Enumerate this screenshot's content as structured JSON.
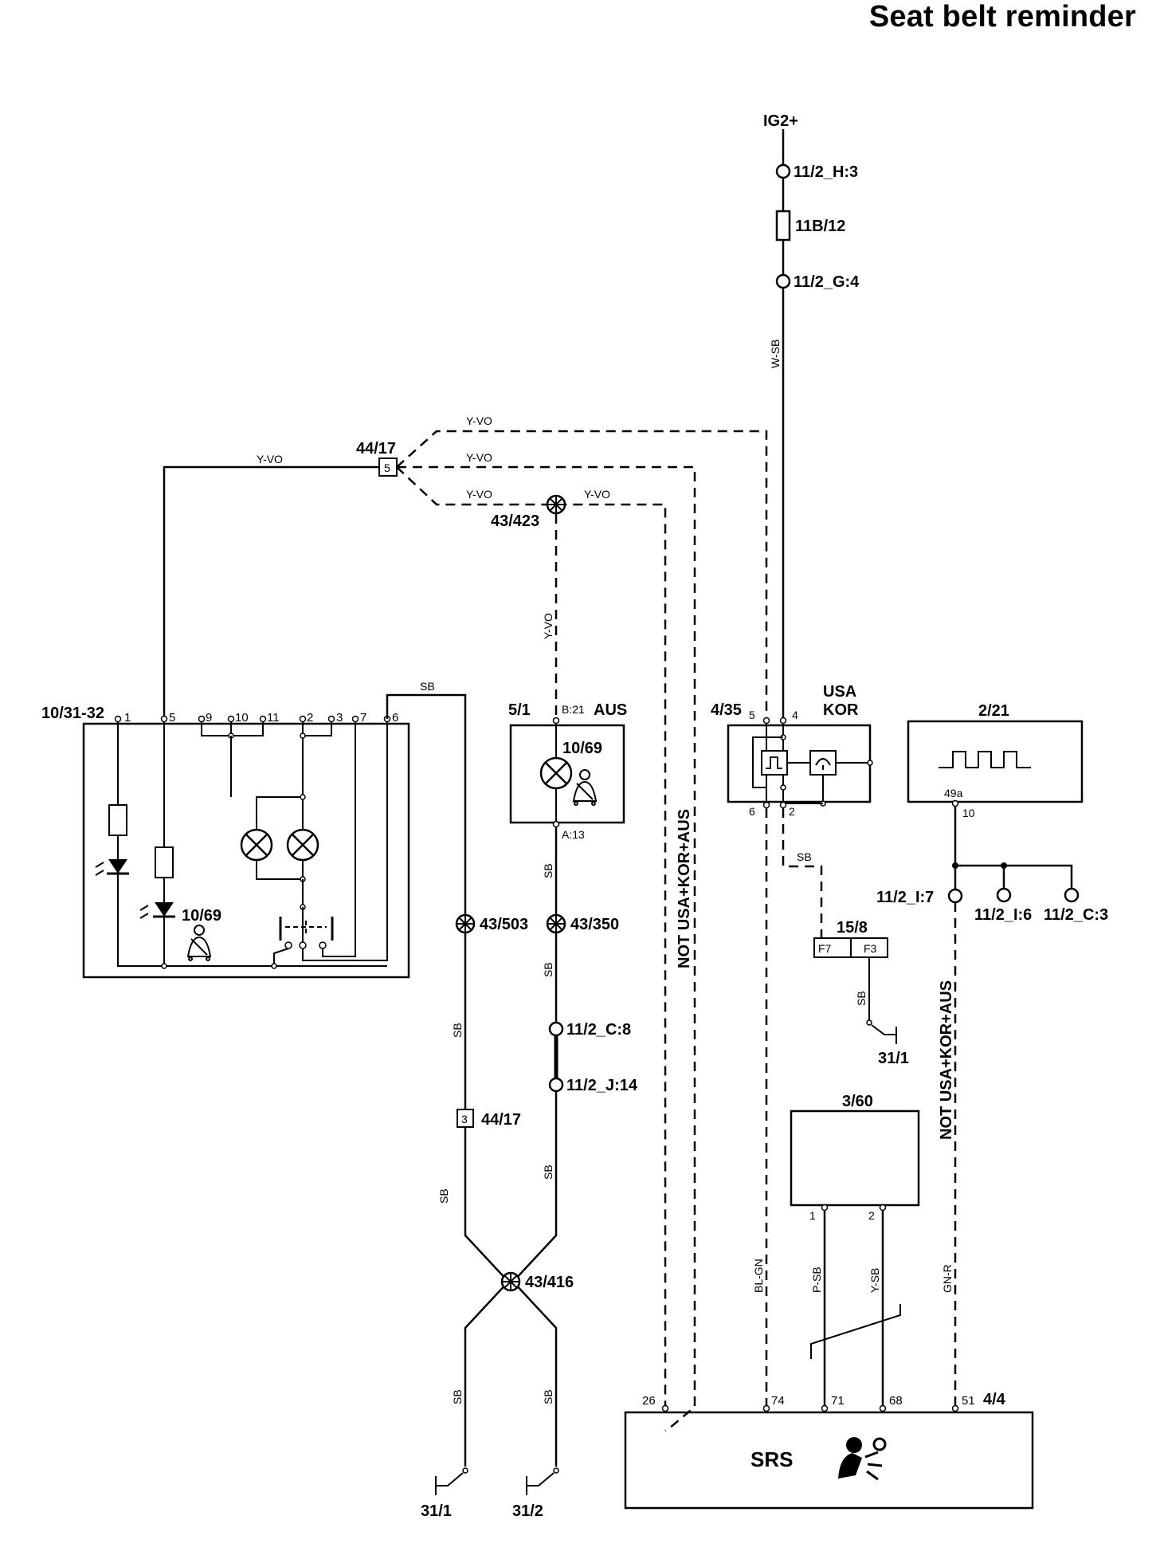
{
  "title": "Seat belt reminder",
  "top": {
    "supply": "IG2+",
    "conn1": "11/2_H:3",
    "fuse": "11B/12",
    "conn2": "11/2_G:4",
    "wire": "W-SB"
  },
  "splice_labels": {
    "top_left": "Y-VO",
    "branch1": "Y-VO",
    "branch2": "Y-VO",
    "branch3": "Y-VO",
    "branch3b": "Y-VO",
    "down": "Y-VO",
    "sb_top": "SB"
  },
  "c4417_top": {
    "label": "44/17",
    "pin": "5"
  },
  "c43423": "43/423",
  "module_1031": {
    "label": "10/31-32",
    "pins": [
      "1",
      "5",
      "9",
      "10",
      "11",
      "2",
      "3",
      "7",
      "6"
    ],
    "icon_label": "10/69"
  },
  "module_51": {
    "label": "5/1",
    "region": "AUS",
    "pin_top": "B:21",
    "pin_bot": "A:13",
    "lamp": "10/69"
  },
  "left_column": {
    "splice": "43/503",
    "connector": "44/17",
    "connector_pin": "3",
    "wire1": "SB",
    "wire2": "SB"
  },
  "mid_column": {
    "wire1": "SB",
    "splice": "43/350",
    "wire2": "SB",
    "conn1": "11/2_C:8",
    "conn2": "11/2_J:14",
    "wire3": "SB"
  },
  "ground_splice": "43/416",
  "grounds": [
    {
      "label": "31/1",
      "wire": "SB"
    },
    {
      "label": "31/2",
      "wire": "SB"
    }
  ],
  "relay_435": {
    "label": "4/35",
    "pins": [
      "5",
      "4",
      "6",
      "2"
    ],
    "region1": "USA",
    "region2": "KOR",
    "wire_out": "SB"
  },
  "fuse_158": {
    "label": "15/8",
    "f1": "F7",
    "f2": "F3",
    "wire": "SB",
    "ground": "31/1"
  },
  "module_221": {
    "label": "2/21",
    "pin_a": "49a",
    "pin_b": "10"
  },
  "splice_11_2": {
    "c1": "11/2_I:7",
    "c2": "11/2_I:6",
    "c3": "11/2_C:3"
  },
  "notes": {
    "note1": "NOT USA+KOR+AUS",
    "note2": "NOT USA+KOR+AUS"
  },
  "module_360": {
    "label": "3/60",
    "pin1": "1",
    "pin2": "2"
  },
  "srs_wires": {
    "w1": "BL-GN",
    "w2": "P-SB",
    "w3": "Y-SB",
    "w4": "GN-R"
  },
  "srs": {
    "label": "SRS",
    "connector": "4/4",
    "pins": [
      "26",
      "74",
      "71",
      "68",
      "51"
    ]
  }
}
